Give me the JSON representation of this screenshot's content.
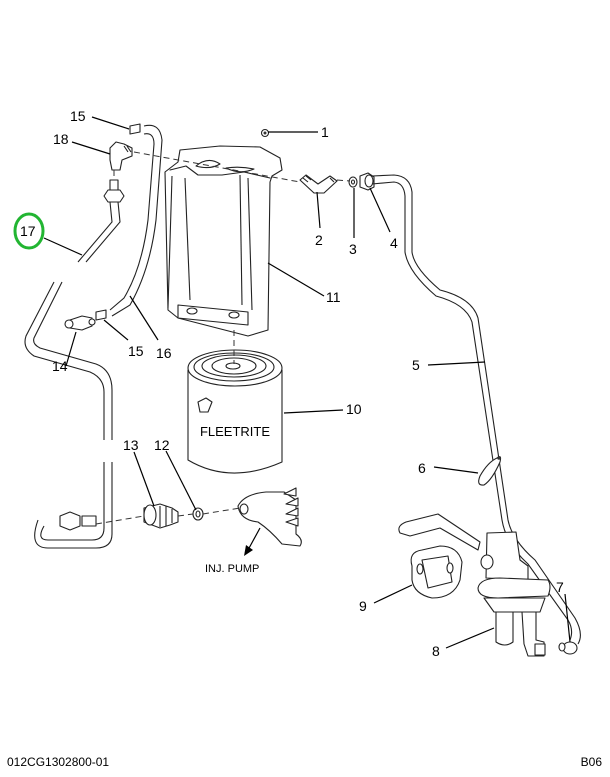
{
  "diagram": {
    "title": "Fuel filter assembly exploded view",
    "highlight_color": "#22b532",
    "highlighted_callout": "17",
    "callouts": [
      {
        "id": "1",
        "label": "1"
      },
      {
        "id": "2",
        "label": "2"
      },
      {
        "id": "3",
        "label": "3"
      },
      {
        "id": "4",
        "label": "4"
      },
      {
        "id": "5",
        "label": "5"
      },
      {
        "id": "6",
        "label": "6"
      },
      {
        "id": "7",
        "label": "7"
      },
      {
        "id": "8",
        "label": "8"
      },
      {
        "id": "9",
        "label": "9"
      },
      {
        "id": "10",
        "label": "10"
      },
      {
        "id": "11",
        "label": "11"
      },
      {
        "id": "12",
        "label": "12"
      },
      {
        "id": "13",
        "label": "13"
      },
      {
        "id": "14",
        "label": "14"
      },
      {
        "id": "15a",
        "label": "15"
      },
      {
        "id": "15b",
        "label": "15"
      },
      {
        "id": "16",
        "label": "16"
      },
      {
        "id": "17",
        "label": "17"
      },
      {
        "id": "18",
        "label": "18"
      }
    ],
    "filter_brand": "FLEETRITE",
    "inj_pump_label": "INJ. PUMP"
  },
  "footer": {
    "drawing_number": "012CG1302800-01",
    "page_code": "B06"
  }
}
